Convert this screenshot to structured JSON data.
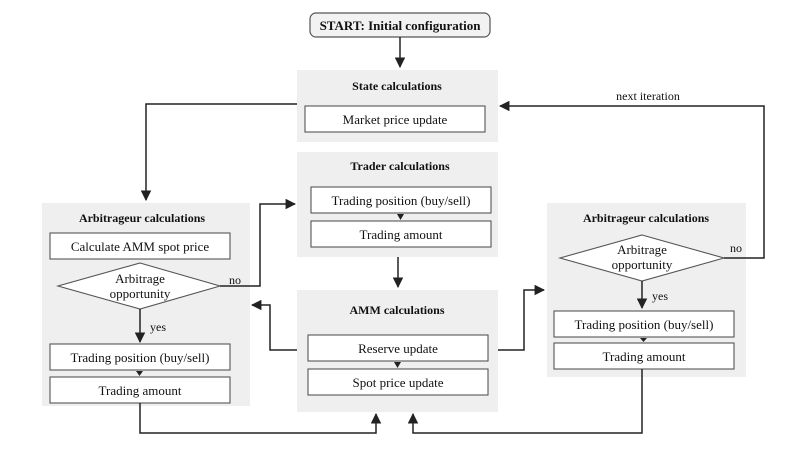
{
  "diagram": {
    "start": "START: Initial configuration",
    "state": {
      "title": "State calculations",
      "market_price_update": "Market price update"
    },
    "trader": {
      "title": "Trader calculations",
      "trading_position": "Trading position (buy/sell)",
      "trading_amount": "Trading amount"
    },
    "amm": {
      "title": "AMM calculations",
      "reserve_update": "Reserve update",
      "spot_price_update": "Spot price update"
    },
    "arb_left": {
      "title": "Arbitrageur calculations",
      "calc_spot": "Calculate AMM spot price",
      "decision_line1": "Arbitrage",
      "decision_line2": "opportunity",
      "yes": "yes",
      "no": "no",
      "trading_position": "Trading position (buy/sell)",
      "trading_amount": "Trading amount"
    },
    "arb_right": {
      "title": "Arbitrageur calculations",
      "decision_line1": "Arbitrage",
      "decision_line2": "opportunity",
      "yes": "yes",
      "no": "no",
      "trading_position": "Trading position (buy/sell)",
      "trading_amount": "Trading amount"
    },
    "next_iteration": "next iteration"
  }
}
